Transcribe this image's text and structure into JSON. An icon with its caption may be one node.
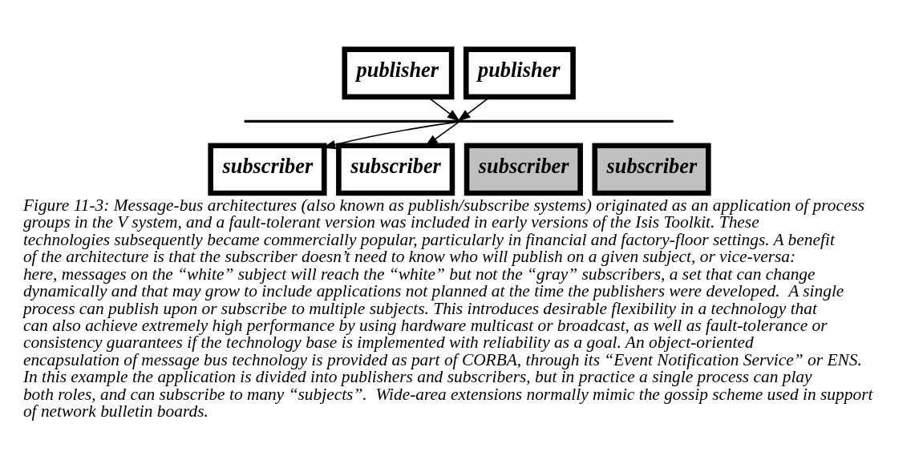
{
  "diagram": {
    "caption": "Figure 11-3: Message-bus architectures (also known as publish/subscribe systems) originated as an application of process groups in the V system, and a fault-tolerant version was included in early versions of the Isis Toolkit. These technologies subsequently became commercially popular, particularly in financial and factory-floor settings. A benefit of the architecture is that the subscriber doesn’t need to know who will publish on a given subject, or vice-versa: here, messages on the “white” subject will reach the “white” but not the “gray” subscribers, a set that can change dynamically and that may grow to include applications not planned at the time the publishers were developed.  A single process can publish upon or subscribe to multiple subjects. This introduces desirable flexibility in a technology that can also achieve extremely high performance by using hardware multicast or broadcast, as well as fault-tolerance or consistency guarantees if the technology base is implemented with reliability as a goal. An object-oriented encapsulation of message bus technology is provided as part of CORBA, through its “Event Notification Service” or ENS.  In this example the application is divided into publishers and subscribers, but in practice a single process can play both roles, and can subscribe to many “subjects”.  Wide-area extensions normally mimic the gossip scheme used in support of network bulletin boards.",
    "nodes": [
      {
        "text": [
          "publisher"
        ]
      },
      {
        "text": [
          "publisher"
        ]
      },
      {
        "text": [],
        "shape": "bar"
      },
      {
        "text": [
          "subscriber"
        ]
      },
      {
        "text": [
          "subscriber"
        ]
      },
      {
        "text": [
          "subscriber"
        ]
      },
      {
        "text": [
          "subscriber"
        ]
      }
    ],
    "edges": [
      {
        "from": 0,
        "to": 2,
        "arrow": "to"
      },
      {
        "from": 1,
        "to": 2,
        "arrow": "to"
      },
      {
        "from": 2,
        "to": 3,
        "arrow": "to"
      },
      {
        "from": 2,
        "to": 4,
        "arrow": "to"
      }
    ]
  }
}
